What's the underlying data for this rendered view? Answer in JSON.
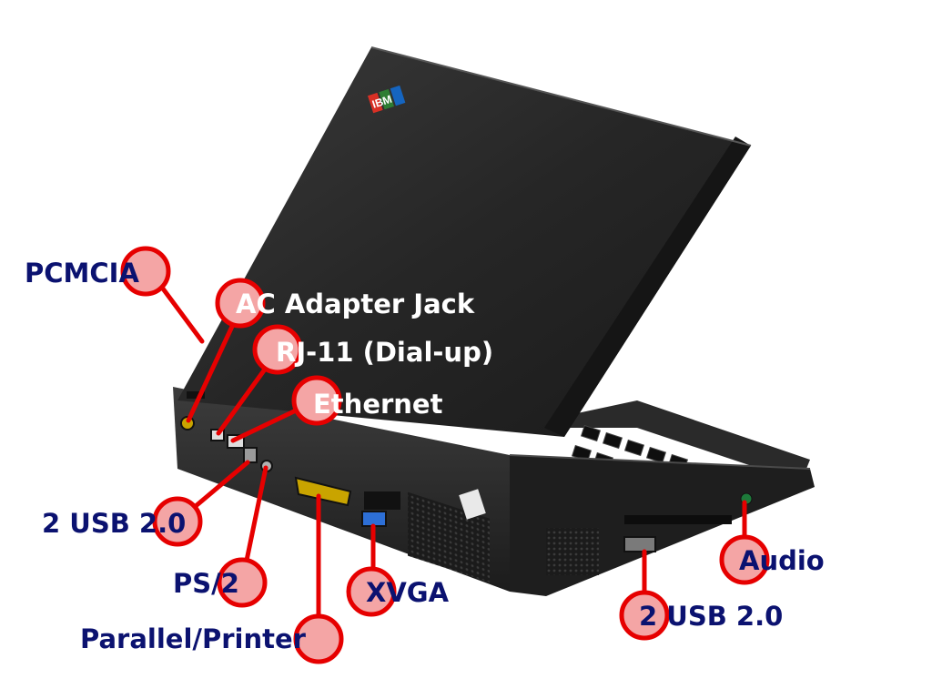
{
  "colors": {
    "marker_fill": "#f4a5a5",
    "marker_stroke": "#e60000",
    "label_navy": "#0b1270",
    "label_white": "#ffffff",
    "laptop_body": "#2b2b2b"
  },
  "callouts": {
    "pcmcia": "PCMCIA",
    "ac_adapter": "AC Adapter Jack",
    "rj11": "RJ-11 (Dial-up)",
    "ethernet": "Ethernet",
    "usb_left": "2 USB 2.0",
    "ps2": "PS/2",
    "xvga": "XVGA",
    "parallel": "Parallel/Printer",
    "audio": "Audio",
    "usb_right": "2 USB 2.0"
  },
  "logo": {
    "text": "IBM"
  }
}
